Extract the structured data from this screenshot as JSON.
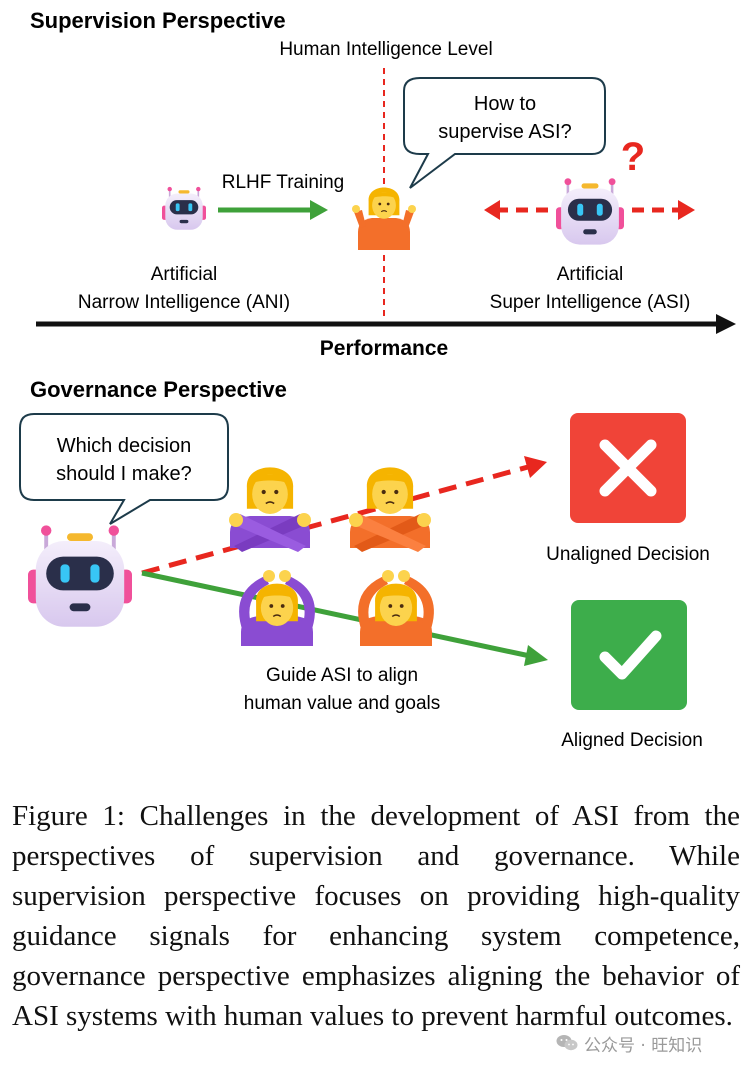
{
  "supervision": {
    "heading": "Supervision Perspective",
    "human_level": "Human Intelligence Level",
    "bubble_line1": "How to",
    "bubble_line2": "supervise ASI?",
    "rlhf": "RLHF Training",
    "question_mark": "?",
    "ani_line1": "Artificial",
    "ani_line2": "Narrow Intelligence (ANI)",
    "asi_line1": "Artificial",
    "asi_line2": "Super Intelligence (ASI)",
    "axis_label": "Performance"
  },
  "governance": {
    "heading": "Governance Perspective",
    "bubble_line1": "Which decision",
    "bubble_line2": "should I make?",
    "unaligned": "Unaligned Decision",
    "aligned": "Aligned Decision",
    "guide_line1": "Guide ASI to align",
    "guide_line2": "human value and goals"
  },
  "caption": "Figure 1: Challenges in the development of ASI from the perspectives of supervision and governance. While supervision perspective focuses on providing high-quality guidance signals for enhancing system competence, governance perspective emphasizes aligning the behavior of ASI systems with human values to prevent harmful outcomes.",
  "watermark": "公众号 · 旺知识",
  "colors": {
    "red_arrow": "#e8271f",
    "green_arrow": "#3fa13a",
    "x_box": "#f04438",
    "check_box": "#3dad4b",
    "orange_person": "#f36f2a",
    "purple_person": "#8a4cd2",
    "robot_pink": "#f0509a"
  },
  "icons": [
    "robot-icon",
    "shrug-person-icon",
    "cross-arms-person-icon",
    "ok-gesture-person-icon",
    "x-mark-icon",
    "check-mark-icon"
  ]
}
